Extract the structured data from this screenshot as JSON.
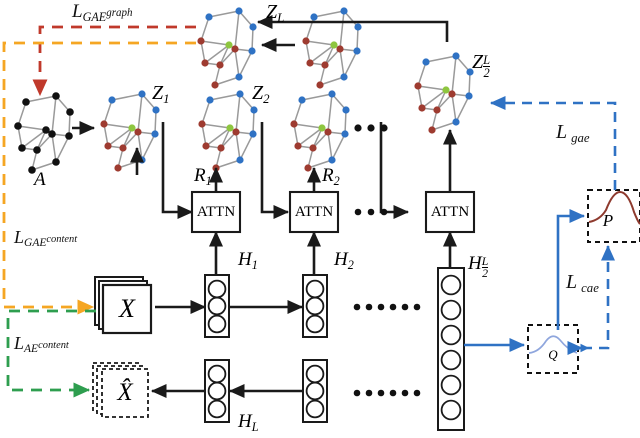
{
  "diagram": {
    "title": "Graph auto-encoder with attention and clustering distributions",
    "colors": {
      "gae_graph_loss": "#c0392b",
      "gae_content_loss": "#f5a623",
      "ae_content_loss": "#2e9e4f",
      "gae_cae_loss": "#2f72c4",
      "node_blue": "#2f72c4",
      "node_red": "#9e3b30",
      "node_green": "#8ec63f",
      "node_black": "#111111",
      "edge_gray": "#9a9a9a",
      "p_curve": "#8e3a2e",
      "q_curve": "#8fa6dd",
      "stroke_black": "#1a1a1a"
    },
    "losses": [
      {
        "id": "gae-graph",
        "base": "L",
        "sub": "GAE",
        "sup": "graph",
        "color": "#c0392b"
      },
      {
        "id": "gae-content",
        "base": "L",
        "sub": "GAE",
        "sup": "content",
        "color": "#f5a623"
      },
      {
        "id": "ae-content",
        "base": "L",
        "sub": "AE",
        "sup": "content",
        "color": "#2e9e4f"
      },
      {
        "id": "gae",
        "base": "L",
        "sub": "gae",
        "sup": "",
        "color": "#2f72c4"
      },
      {
        "id": "cae",
        "base": "L",
        "sub": "cae",
        "sup": "",
        "color": "#2f72c4"
      }
    ],
    "labels": {
      "loss_gae_graph_base": "L",
      "loss_gae_graph_sub": "GAE",
      "loss_gae_graph_sup": "graph",
      "loss_gae_content_base": "L",
      "loss_gae_content_sub": "GAE",
      "loss_gae_content_sup": "content",
      "loss_ae_content_base": "L",
      "loss_ae_content_sub": "AE",
      "loss_ae_content_sup": "content",
      "loss_gae_base": "L",
      "loss_gae_sub": "gae",
      "loss_cae_base": "L",
      "loss_cae_sub": "cae",
      "adjacency": "A",
      "z1_base": "Z",
      "z1_sub": "1",
      "z2_base": "Z",
      "z2_sub": "2",
      "zl_base": "Z",
      "zl_sub": "L",
      "zlhalf_base": "Z",
      "zlhalf_sub_num": "L",
      "zlhalf_sub_den": "2",
      "r1_base": "R",
      "r1_sub": "1",
      "r2_base": "R",
      "r2_sub": "2",
      "h1_base": "H",
      "h1_sub": "1",
      "h2_base": "H",
      "h2_sub": "2",
      "hl_base": "H",
      "hl_sub": "L",
      "hlhalf_base": "H",
      "hlhalf_sub_num": "L",
      "hlhalf_sub_den": "2",
      "x_input": "X",
      "x_recon": "X̂",
      "attn_1": "ATTN",
      "attn_2": "ATTN",
      "attn_l": "ATTN",
      "p_dist": "P",
      "q_dist": "Q",
      "ellipsis_small": "• • •",
      "ellipsis_long": "• • • • • •"
    },
    "blocks": [
      {
        "name": "attn-1",
        "label": "ATTN"
      },
      {
        "name": "attn-2",
        "label": "ATTN"
      },
      {
        "name": "attn-l",
        "label": "ATTN"
      },
      {
        "name": "p-box",
        "label": "P"
      },
      {
        "name": "q-box",
        "label": "Q"
      },
      {
        "name": "x-input",
        "label": "X"
      },
      {
        "name": "x-recon",
        "label": "X̂"
      }
    ],
    "graph_nodes": {
      "colored": [
        "blue",
        "blue",
        "blue",
        "red",
        "red",
        "green",
        "red",
        "red",
        "blue",
        "blue",
        "red",
        "blue"
      ],
      "plain": [
        "black",
        "black",
        "black",
        "black",
        "black",
        "black",
        "black",
        "black",
        "black",
        "black",
        "black",
        "black"
      ]
    },
    "neuron_counts": {
      "h1": 3,
      "h2": 3,
      "hl": 3,
      "hlhalf": 6
    }
  }
}
